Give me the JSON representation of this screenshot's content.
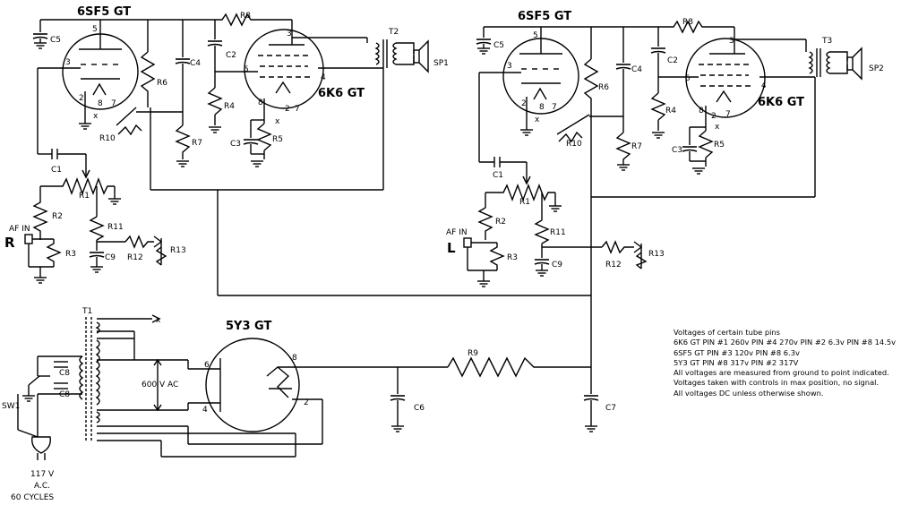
{
  "left_channel": {
    "tube1": "6SF5 GT",
    "tube2": "6K6 GT",
    "side": "R",
    "input": "AF IN",
    "labels": {
      "c5": "C5",
      "c4": "C4",
      "c2": "C2",
      "c1": "C1",
      "c9": "C9",
      "c3": "C3",
      "r1": "R1",
      "r2": "R2",
      "r3": "R3",
      "r4": "R4",
      "r5": "R5",
      "r6": "R6",
      "r7": "R7",
      "r8": "R8",
      "r10": "R10",
      "r11": "R11",
      "r12": "R12",
      "r13": "R13",
      "t": "T2",
      "sp": "SP1"
    }
  },
  "right_channel": {
    "tube1": "6SF5 GT",
    "tube2": "6K6 GT",
    "side": "L",
    "input": "AF IN",
    "labels": {
      "c5": "C5",
      "c4": "C4",
      "c2": "C2",
      "c1": "C1",
      "c9": "C9",
      "c3": "C3",
      "r1": "R1",
      "r2": "R2",
      "r3": "R3",
      "r4": "R4",
      "r5": "R5",
      "r6": "R6",
      "r7": "R7",
      "r8": "R8",
      "r10": "R10",
      "r11": "R11",
      "r12": "R12",
      "r13": "R13",
      "t": "T3",
      "sp": "SP2"
    }
  },
  "pins": {
    "p5": "5",
    "p3": "3",
    "p2": "2",
    "p8": "8",
    "p7": "7",
    "p4": "4",
    "px": "x",
    "p6": "6"
  },
  "power": {
    "transformer": "T1",
    "rectifier": "5Y3 GT",
    "secondary": "600 V AC",
    "r9": "R9",
    "c6": "C6",
    "c7": "C7",
    "c8a": "C8",
    "c8b": "C8",
    "switch": "SW1",
    "x_mark": "x",
    "mains_voltage": "117 V",
    "mains_type": "A.C.",
    "mains_freq": "60 CYCLES",
    "pin8": "8",
    "pin2": "2",
    "pin6": "6",
    "pin4": "4"
  },
  "notes": [
    "Voltages of certain tube pins",
    "6K6 GT PIN #1 260v PIN #4 270v  PIN #2  6.3v  PIN #8 14.5v",
    "6SF5 GT PIN #3 120v PIN #8 6.3v",
    "5Y3 GT PIN #8  317v  PIN #2  317V",
    "All voltages are measured from ground to point indicated.",
    "Voltages taken with controls in max position, no signal.",
    "All voltages DC unless otherwise shown."
  ]
}
